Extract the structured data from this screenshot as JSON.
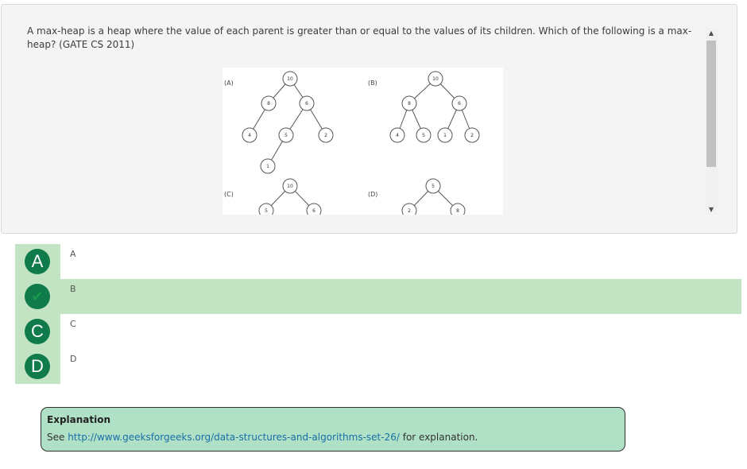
{
  "question": {
    "text": "A max-heap is a heap where the value of each parent is greater than or equal to the values of its children. Which of the following is a max-heap? (GATE CS 2011)",
    "figure": {
      "labels": [
        "(A)",
        "(B)",
        "(C)",
        "(D)"
      ],
      "tree_a": [
        "10",
        "8",
        "6",
        "4",
        "5",
        "2",
        "1"
      ],
      "tree_b": [
        "10",
        "8",
        "6",
        "4",
        "5",
        "1",
        "2"
      ],
      "tree_c": [
        "10",
        "5",
        "6"
      ],
      "tree_d": [
        "5",
        "2",
        "8"
      ]
    }
  },
  "scrollbar": {
    "up_icon": "▲",
    "down_icon": "▼"
  },
  "options": [
    {
      "badge": "A",
      "label": "A",
      "selected": false
    },
    {
      "badge": "✔",
      "label": "B",
      "selected": true
    },
    {
      "badge": "C",
      "label": "C",
      "selected": false
    },
    {
      "badge": "D",
      "label": "D",
      "selected": false
    }
  ],
  "explanation": {
    "title": "Explanation",
    "prefix": "See ",
    "link": "http://www.geeksforgeeks.org/data-structures-and-algorithms-set-26/",
    "suffix": " for explanation."
  },
  "colors": {
    "badge": "#0f7a4a",
    "selected_row": "#c2e4c3",
    "explanation_bg": "#b0e0c5",
    "link": "#1a6fa8"
  }
}
